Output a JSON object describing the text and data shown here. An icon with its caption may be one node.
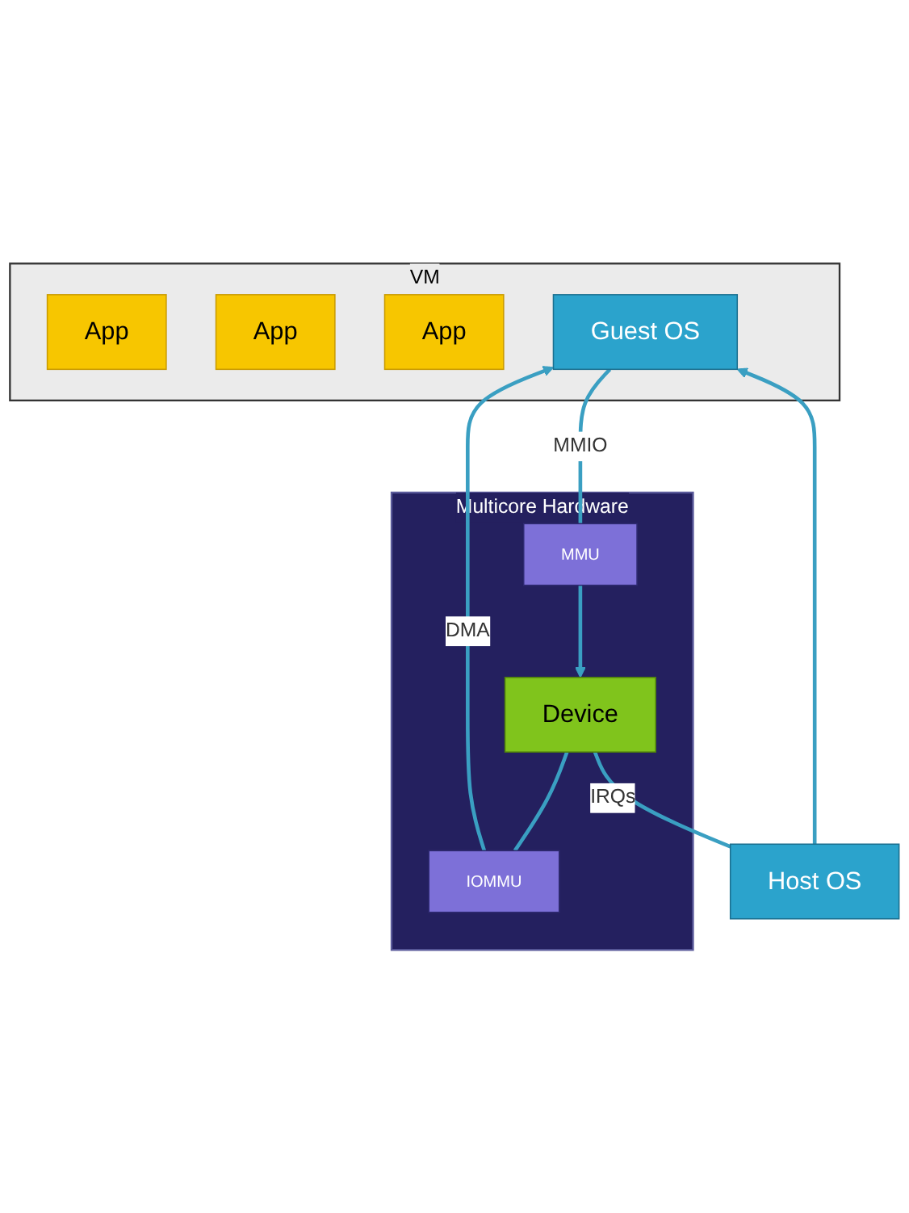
{
  "diagram": {
    "nodes": [
      {
        "text": [
          "VM"
        ]
      },
      {
        "text": [
          "App"
        ],
        "in": 0
      },
      {
        "text": [
          "App"
        ],
        "in": 0
      },
      {
        "text": [
          "App"
        ],
        "in": 0
      },
      {
        "text": [
          "Guest OS"
        ],
        "in": 0
      },
      {
        "text": [
          "Host OS"
        ]
      },
      {
        "text": [
          "Multicore Hardware"
        ]
      },
      {
        "text": [
          "IOMMU"
        ],
        "in": 6
      },
      {
        "text": [
          "MMU"
        ],
        "in": 6
      },
      {
        "text": [
          "Device"
        ],
        "in": 6
      }
    ],
    "edges": [
      {
        "from": 9,
        "to": 5,
        "arrow": "none",
        "label": "IRQs"
      },
      {
        "from": 5,
        "to": 4,
        "arrow": "to"
      },
      {
        "from": 9,
        "to": 7,
        "arrow": "none"
      },
      {
        "from": 7,
        "to": 4,
        "arrow": "to",
        "label": "DMA"
      },
      {
        "from": 4,
        "to": 8,
        "arrow": "none",
        "label": "MMIO"
      },
      {
        "from": 8,
        "to": 9,
        "arrow": "to"
      }
    ]
  }
}
